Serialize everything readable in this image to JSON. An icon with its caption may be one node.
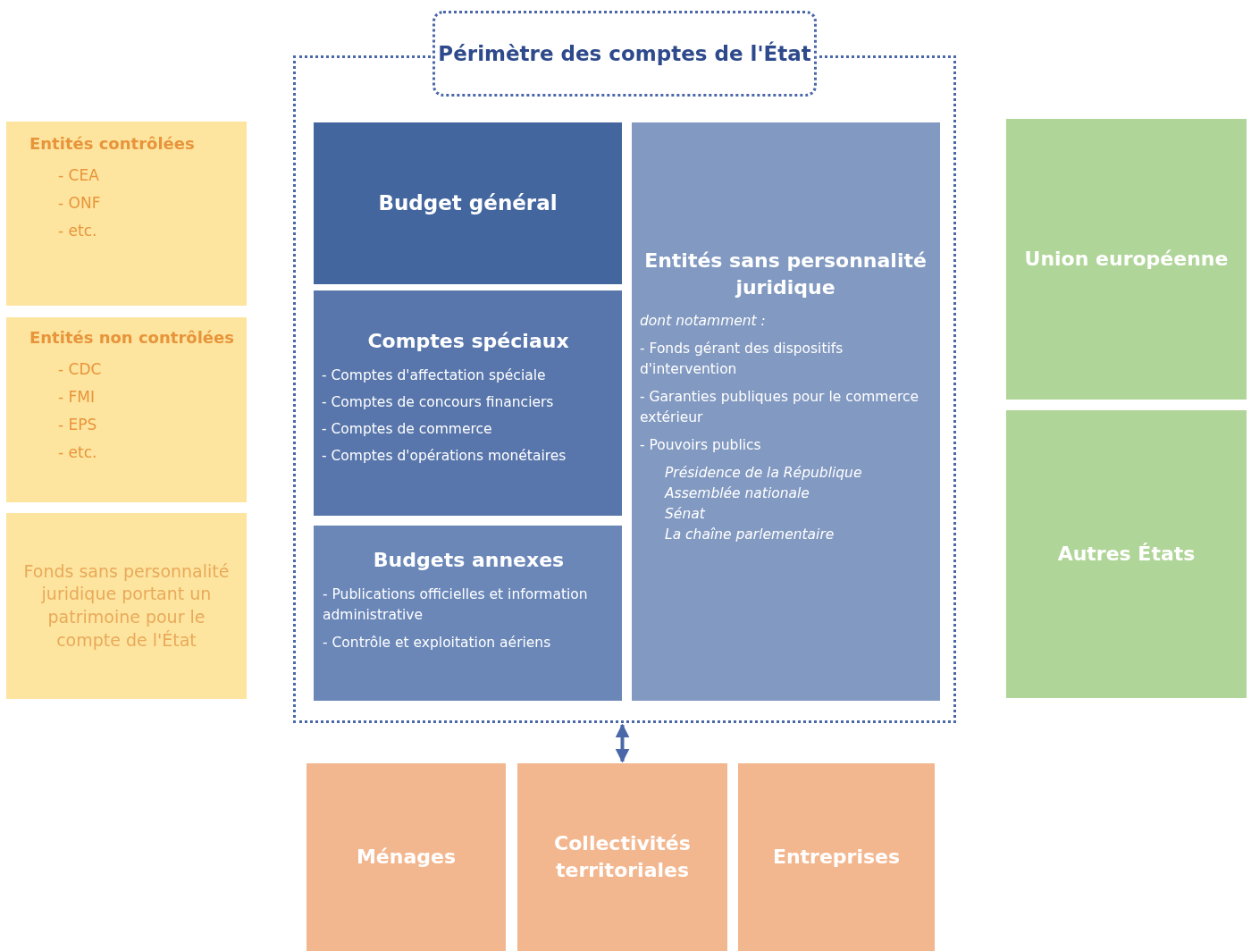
{
  "diagram": {
    "nodes": [
      {
        "text": [
          "Entités contrôlées",
          "- CEA",
          "- ONF",
          "- etc."
        ]
      },
      {
        "text": [
          "Entités non contrôlées",
          "- CDC",
          "- FMI",
          "- EPS",
          "- etc."
        ]
      },
      {
        "text": [
          "Fonds sans personnalité juridique portant un patrimoine pour le compte de l'État"
        ]
      },
      {
        "text": [
          "Périmètre des comptes de l'État"
        ]
      },
      {
        "text": [
          "Budget général"
        ],
        "in": 3
      },
      {
        "text": [
          "Comptes spéciaux",
          "- Comptes d'affectation spéciale",
          "- Comptes de concours financiers",
          "- Comptes de commerce",
          "- Comptes d'opérations monétaires"
        ],
        "in": 3
      },
      {
        "text": [
          "Budgets annexes",
          "- Publications officielles et information administrative",
          "- Contrôle et exploitation aériens"
        ],
        "in": 3
      },
      {
        "text": [
          "Entités sans personnalité juridique",
          "dont notamment :",
          "- Fonds gérant des dispositifs d'intervention",
          "- Garanties publiques pour le commerce extérieur",
          "- Pouvoirs publics",
          "Présidence de la République",
          "Assemblée nationale",
          "Sénat",
          "La chaîne parlementaire"
        ],
        "in": 3
      },
      {
        "text": [
          "Union européenne"
        ]
      },
      {
        "text": [
          "Autres États"
        ]
      },
      {
        "text": [
          "Ménages"
        ]
      },
      {
        "text": [
          "Collectivités territoriales"
        ]
      },
      {
        "text": [
          "Entreprises"
        ]
      }
    ],
    "edges": [
      {
        "from": 3,
        "to": 11,
        "arrow": "both"
      }
    ]
  }
}
